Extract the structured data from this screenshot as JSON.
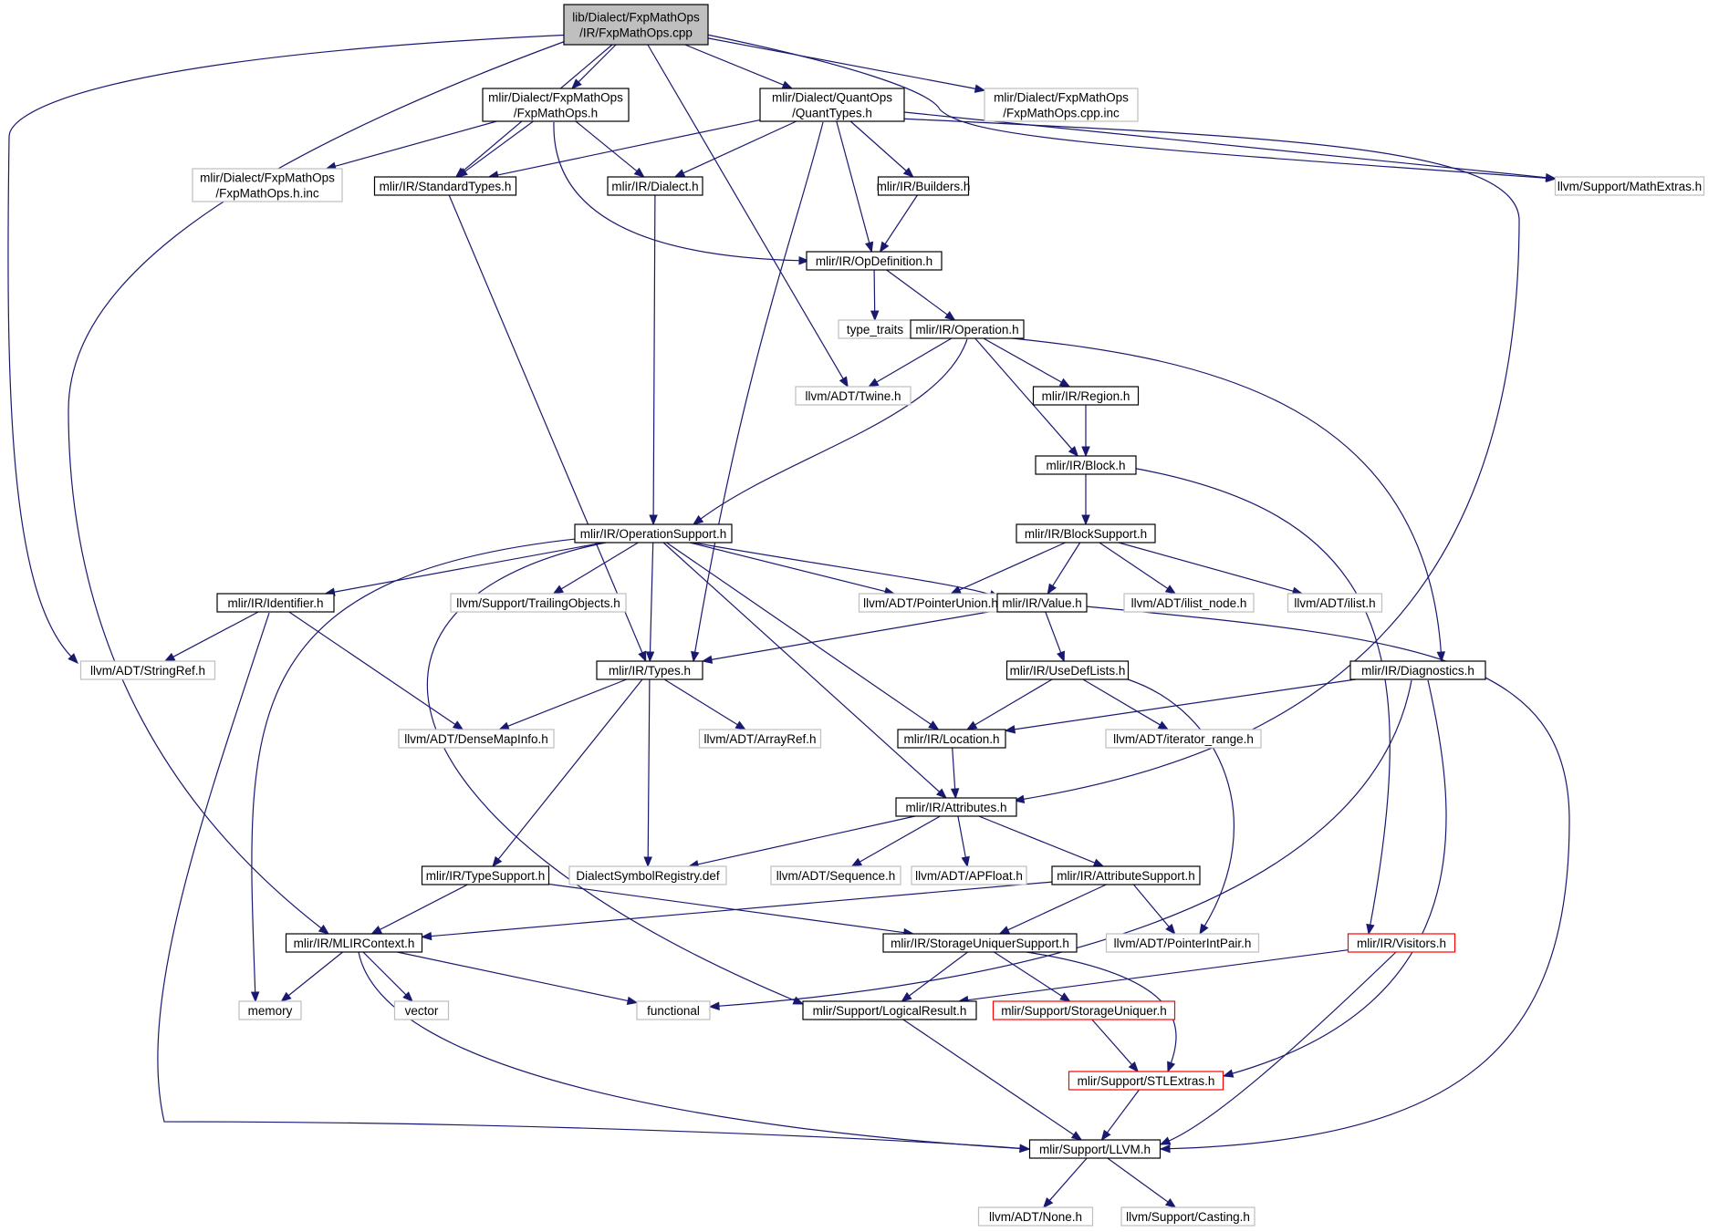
{
  "diagram": {
    "colors": {
      "edge": "#191970",
      "focus_fill": "#bfbfbf",
      "documented_border": "#000000",
      "external_border": "#bfbfbf",
      "truncated_border": "#ff0000",
      "background": "#ffffff"
    },
    "nodes": [
      {
        "id": "root",
        "lines": [
          "lib/Dialect/FxpMathOps",
          "/IR/FxpMathOps.cpp"
        ],
        "kind": "focus"
      },
      {
        "id": "fxp_h",
        "lines": [
          "mlir/Dialect/FxpMathOps",
          "/FxpMathOps.h"
        ],
        "kind": "documented"
      },
      {
        "id": "quanttypes",
        "lines": [
          "mlir/Dialect/QuantOps",
          "/QuantTypes.h"
        ],
        "kind": "documented"
      },
      {
        "id": "fxp_cpp_inc",
        "lines": [
          "mlir/Dialect/FxpMathOps",
          "/FxpMathOps.cpp.inc"
        ],
        "kind": "external"
      },
      {
        "id": "fxp_h_inc",
        "lines": [
          "mlir/Dialect/FxpMathOps",
          "/FxpMathOps.h.inc"
        ],
        "kind": "external"
      },
      {
        "id": "standardtypes",
        "lines": [
          "mlir/IR/StandardTypes.h"
        ],
        "kind": "documented"
      },
      {
        "id": "dialect",
        "lines": [
          "mlir/IR/Dialect.h"
        ],
        "kind": "documented"
      },
      {
        "id": "builders",
        "lines": [
          "mlir/IR/Builders.h"
        ],
        "kind": "documented"
      },
      {
        "id": "mathextras",
        "lines": [
          "llvm/Support/MathExtras.h"
        ],
        "kind": "external"
      },
      {
        "id": "opdefinition",
        "lines": [
          "mlir/IR/OpDefinition.h"
        ],
        "kind": "documented"
      },
      {
        "id": "type_traits",
        "lines": [
          "type_traits"
        ],
        "kind": "external"
      },
      {
        "id": "operation",
        "lines": [
          "mlir/IR/Operation.h"
        ],
        "kind": "documented"
      },
      {
        "id": "twine",
        "lines": [
          "llvm/ADT/Twine.h"
        ],
        "kind": "external"
      },
      {
        "id": "region",
        "lines": [
          "mlir/IR/Region.h"
        ],
        "kind": "documented"
      },
      {
        "id": "block",
        "lines": [
          "mlir/IR/Block.h"
        ],
        "kind": "documented"
      },
      {
        "id": "opsupport",
        "lines": [
          "mlir/IR/OperationSupport.h"
        ],
        "kind": "documented"
      },
      {
        "id": "blocksupport",
        "lines": [
          "mlir/IR/BlockSupport.h"
        ],
        "kind": "documented"
      },
      {
        "id": "identifier",
        "lines": [
          "mlir/IR/Identifier.h"
        ],
        "kind": "documented"
      },
      {
        "id": "trailingobjects",
        "lines": [
          "llvm/Support/TrailingObjects.h"
        ],
        "kind": "external"
      },
      {
        "id": "pointerunion",
        "lines": [
          "llvm/ADT/PointerUnion.h"
        ],
        "kind": "external"
      },
      {
        "id": "value",
        "lines": [
          "mlir/IR/Value.h"
        ],
        "kind": "documented"
      },
      {
        "id": "ilist_node",
        "lines": [
          "llvm/ADT/ilist_node.h"
        ],
        "kind": "external"
      },
      {
        "id": "ilist",
        "lines": [
          "llvm/ADT/ilist.h"
        ],
        "kind": "external"
      },
      {
        "id": "stringref",
        "lines": [
          "llvm/ADT/StringRef.h"
        ],
        "kind": "external"
      },
      {
        "id": "types",
        "lines": [
          "mlir/IR/Types.h"
        ],
        "kind": "documented"
      },
      {
        "id": "usedeflists",
        "lines": [
          "mlir/IR/UseDefLists.h"
        ],
        "kind": "documented"
      },
      {
        "id": "diagnostics",
        "lines": [
          "mlir/IR/Diagnostics.h"
        ],
        "kind": "documented"
      },
      {
        "id": "densemapinfo",
        "lines": [
          "llvm/ADT/DenseMapInfo.h"
        ],
        "kind": "external"
      },
      {
        "id": "arrayref",
        "lines": [
          "llvm/ADT/ArrayRef.h"
        ],
        "kind": "external"
      },
      {
        "id": "location",
        "lines": [
          "mlir/IR/Location.h"
        ],
        "kind": "documented"
      },
      {
        "id": "iterator_range",
        "lines": [
          "llvm/ADT/iterator_range.h"
        ],
        "kind": "external"
      },
      {
        "id": "attributes",
        "lines": [
          "mlir/IR/Attributes.h"
        ],
        "kind": "documented"
      },
      {
        "id": "typesupport",
        "lines": [
          "mlir/IR/TypeSupport.h"
        ],
        "kind": "documented"
      },
      {
        "id": "dialectsymbolregistry",
        "lines": [
          "DialectSymbolRegistry.def"
        ],
        "kind": "external"
      },
      {
        "id": "sequence",
        "lines": [
          "llvm/ADT/Sequence.h"
        ],
        "kind": "external"
      },
      {
        "id": "apfloat",
        "lines": [
          "llvm/ADT/APFloat.h"
        ],
        "kind": "external"
      },
      {
        "id": "attributesupport",
        "lines": [
          "mlir/IR/AttributeSupport.h"
        ],
        "kind": "documented"
      },
      {
        "id": "mlircontext",
        "lines": [
          "mlir/IR/MLIRContext.h"
        ],
        "kind": "documented"
      },
      {
        "id": "storageuniquersupport",
        "lines": [
          "mlir/IR/StorageUniquerSupport.h"
        ],
        "kind": "documented"
      },
      {
        "id": "pointerintpair",
        "lines": [
          "llvm/ADT/PointerIntPair.h"
        ],
        "kind": "external"
      },
      {
        "id": "visitors",
        "lines": [
          "mlir/IR/Visitors.h"
        ],
        "kind": "truncated"
      },
      {
        "id": "memory",
        "lines": [
          "memory"
        ],
        "kind": "external"
      },
      {
        "id": "vector",
        "lines": [
          "vector"
        ],
        "kind": "external"
      },
      {
        "id": "functional",
        "lines": [
          "functional"
        ],
        "kind": "external"
      },
      {
        "id": "logicalresult",
        "lines": [
          "mlir/Support/LogicalResult.h"
        ],
        "kind": "documented"
      },
      {
        "id": "storageuniquer",
        "lines": [
          "mlir/Support/StorageUniquer.h"
        ],
        "kind": "truncated"
      },
      {
        "id": "stlextras",
        "lines": [
          "mlir/Support/STLExtras.h"
        ],
        "kind": "truncated"
      },
      {
        "id": "llvm_h",
        "lines": [
          "mlir/Support/LLVM.h"
        ],
        "kind": "documented"
      },
      {
        "id": "none",
        "lines": [
          "llvm/ADT/None.h"
        ],
        "kind": "external"
      },
      {
        "id": "casting",
        "lines": [
          "llvm/Support/Casting.h"
        ],
        "kind": "external"
      }
    ],
    "edges": [
      [
        "root",
        "fxp_h"
      ],
      [
        "root",
        "quanttypes"
      ],
      [
        "root",
        "fxp_cpp_inc"
      ],
      [
        "root",
        "standardtypes"
      ],
      [
        "root",
        "mathextras"
      ],
      [
        "root",
        "twine"
      ],
      [
        "root",
        "stringref"
      ],
      [
        "root",
        "mlircontext"
      ],
      [
        "fxp_h",
        "fxp_h_inc"
      ],
      [
        "fxp_h",
        "standardtypes"
      ],
      [
        "fxp_h",
        "dialect"
      ],
      [
        "fxp_h",
        "opdefinition"
      ],
      [
        "quanttypes",
        "standardtypes"
      ],
      [
        "quanttypes",
        "dialect"
      ],
      [
        "quanttypes",
        "builders"
      ],
      [
        "quanttypes",
        "opdefinition"
      ],
      [
        "quanttypes",
        "mathextras"
      ],
      [
        "quanttypes",
        "types"
      ],
      [
        "quanttypes",
        "attributes"
      ],
      [
        "standardtypes",
        "types"
      ],
      [
        "dialect",
        "opsupport"
      ],
      [
        "builders",
        "opdefinition"
      ],
      [
        "opdefinition",
        "type_traits"
      ],
      [
        "opdefinition",
        "operation"
      ],
      [
        "operation",
        "twine"
      ],
      [
        "operation",
        "region"
      ],
      [
        "operation",
        "block"
      ],
      [
        "operation",
        "opsupport"
      ],
      [
        "operation",
        "diagnostics"
      ],
      [
        "region",
        "block"
      ],
      [
        "block",
        "blocksupport"
      ],
      [
        "block",
        "visitors"
      ],
      [
        "blocksupport",
        "pointerunion"
      ],
      [
        "blocksupport",
        "value"
      ],
      [
        "blocksupport",
        "ilist_node"
      ],
      [
        "blocksupport",
        "ilist"
      ],
      [
        "opsupport",
        "identifier"
      ],
      [
        "opsupport",
        "trailingobjects"
      ],
      [
        "opsupport",
        "pointerunion"
      ],
      [
        "opsupport",
        "value"
      ],
      [
        "opsupport",
        "types"
      ],
      [
        "opsupport",
        "location"
      ],
      [
        "opsupport",
        "attributes"
      ],
      [
        "opsupport",
        "memory"
      ],
      [
        "opsupport",
        "logicalresult"
      ],
      [
        "identifier",
        "stringref"
      ],
      [
        "identifier",
        "densemapinfo"
      ],
      [
        "identifier",
        "llvm_h"
      ],
      [
        "value",
        "types"
      ],
      [
        "value",
        "usedeflists"
      ],
      [
        "value",
        "llvm_h"
      ],
      [
        "usedeflists",
        "location"
      ],
      [
        "usedeflists",
        "iterator_range"
      ],
      [
        "usedeflists",
        "pointerintpair"
      ],
      [
        "types",
        "densemapinfo"
      ],
      [
        "types",
        "arrayref"
      ],
      [
        "types",
        "typesupport"
      ],
      [
        "types",
        "dialectsymbolregistry"
      ],
      [
        "diagnostics",
        "location"
      ],
      [
        "diagnostics",
        "stlextras"
      ],
      [
        "diagnostics",
        "functional"
      ],
      [
        "location",
        "attributes"
      ],
      [
        "attributes",
        "dialectsymbolregistry"
      ],
      [
        "attributes",
        "sequence"
      ],
      [
        "attributes",
        "apfloat"
      ],
      [
        "attributes",
        "attributesupport"
      ],
      [
        "typesupport",
        "mlircontext"
      ],
      [
        "typesupport",
        "storageuniquersupport"
      ],
      [
        "attributesupport",
        "mlircontext"
      ],
      [
        "attributesupport",
        "storageuniquersupport"
      ],
      [
        "attributesupport",
        "pointerintpair"
      ],
      [
        "storageuniquersupport",
        "logicalresult"
      ],
      [
        "storageuniquersupport",
        "storageuniquer"
      ],
      [
        "storageuniquersupport",
        "stlextras"
      ],
      [
        "visitors",
        "logicalresult"
      ],
      [
        "visitors",
        "llvm_h"
      ],
      [
        "mlircontext",
        "memory"
      ],
      [
        "mlircontext",
        "vector"
      ],
      [
        "mlircontext",
        "functional"
      ],
      [
        "mlircontext",
        "llvm_h"
      ],
      [
        "logicalresult",
        "llvm_h"
      ],
      [
        "storageuniquer",
        "stlextras"
      ],
      [
        "stlextras",
        "llvm_h"
      ],
      [
        "llvm_h",
        "none"
      ],
      [
        "llvm_h",
        "casting"
      ]
    ]
  }
}
